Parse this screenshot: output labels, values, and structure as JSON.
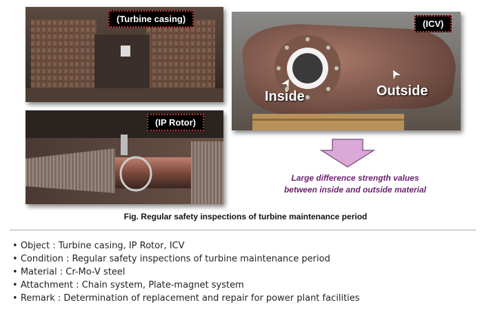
{
  "figure": {
    "photos": {
      "turbine_casing": {
        "label": "(Turbine casing)"
      },
      "ip_rotor": {
        "label": "(IP Rotor)"
      },
      "icv": {
        "label": "(ICV)",
        "inside_label": "Inside",
        "outside_label": "Outside"
      }
    },
    "note_lines": [
      "Large difference strength values",
      "between inside and outside material"
    ],
    "caption": "Fig. Regular safety inspections of turbine maintenance period"
  },
  "details": [
    "Object : Turbine casing, IP Rotor, ICV",
    "Condition : Regular safety inspections of turbine maintenance period",
    "Material : Cr-Mo-V steel",
    "Attachment : Chain system, Plate-magnet system",
    "Remark : Determination of replacement and repair for power plant facilities"
  ],
  "colors": {
    "note_text": "#6a1f6e",
    "arrow_fill": "#dba9d8",
    "arrow_stroke": "#8a5a8a",
    "label_border": "#cc3333"
  }
}
